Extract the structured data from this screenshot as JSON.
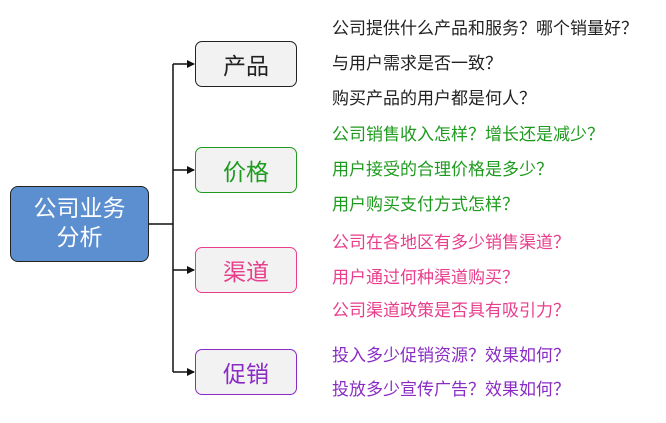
{
  "root": {
    "label": "公司业务分析",
    "fill_color": "#5b8fd0",
    "text_color": "#ffffff"
  },
  "branches": [
    {
      "label": "产品",
      "color": "#222222",
      "questions": [
        "公司提供什么产品和服务？哪个销量好？",
        "与用户需求是否一致？",
        "购买产品的用户都是何人？"
      ]
    },
    {
      "label": "价格",
      "color": "#1e9b1e",
      "questions": [
        "公司销售收入怎样？增长还是减少？",
        "用户接受的合理价格是多少？",
        "用户购买支付方式怎样？"
      ]
    },
    {
      "label": "渠道",
      "color": "#e83e8c",
      "questions": [
        "公司在各地区有多少销售渠道？",
        "用户通过何种渠道购买？",
        "公司渠道政策是否具有吸引力？"
      ]
    },
    {
      "label": "促销",
      "color": "#8a2bc4",
      "questions": [
        "投入多少促销资源？效果如何？",
        "投放多少宣传广告？效果如何？"
      ]
    }
  ]
}
